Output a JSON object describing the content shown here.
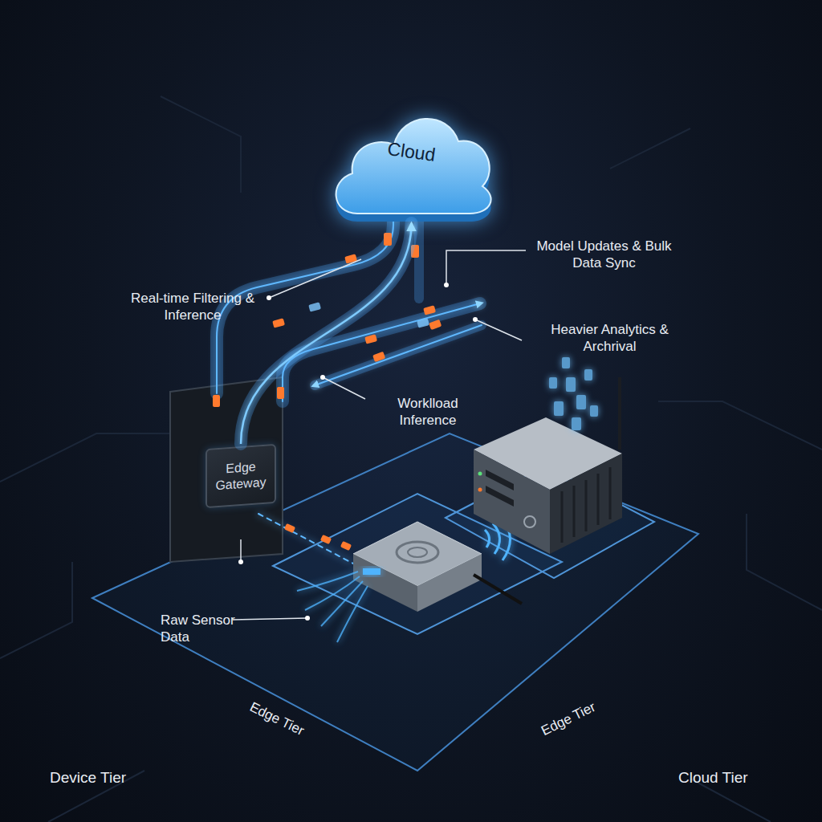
{
  "diagram": {
    "nodes": [
      {
        "text": [
          "Cloud"
        ]
      },
      {
        "text": [
          "Edge Gateway"
        ]
      }
    ],
    "edges": [
      {
        "from": 1,
        "to": 0,
        "arrow": "to"
      }
    ],
    "labels": [
      "Real-time Filtering & Inference",
      "Model Updates & Bulk Data Sync",
      "Heavier Analytics & Archrival",
      "Worklload Inference",
      "Raw Sensor Data",
      "Edge Tier",
      "Edge Tier",
      "Device Tier",
      "Cloud Tier"
    ]
  }
}
